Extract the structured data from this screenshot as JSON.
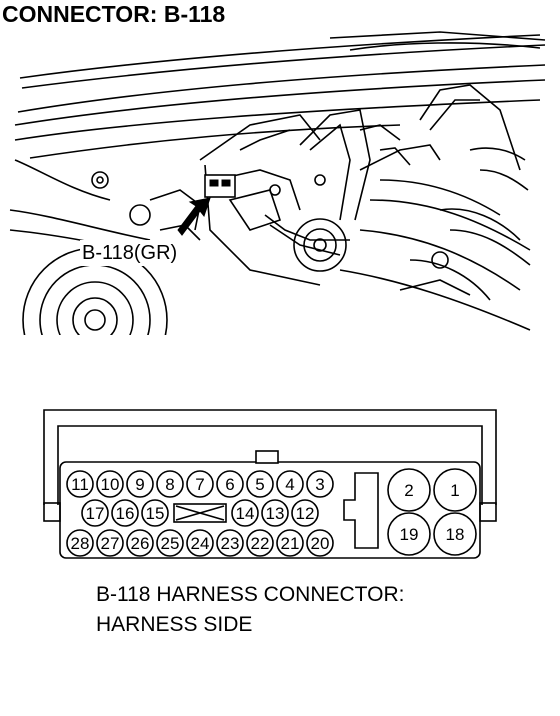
{
  "title": "CONNECTOR: B-118",
  "callout_label": "B-118(GR)",
  "caption": {
    "line1": "B-118 HARNESS CONNECTOR:",
    "line2": "HARNESS SIDE"
  },
  "connector": {
    "row1": [
      "11",
      "10",
      "9",
      "8",
      "7",
      "6",
      "5",
      "4",
      "3"
    ],
    "row2_left": [
      "17",
      "16",
      "15"
    ],
    "row2_right": [
      "14",
      "13",
      "12"
    ],
    "row3": [
      "28",
      "27",
      "26",
      "25",
      "24",
      "23",
      "22",
      "21",
      "20"
    ],
    "large_pins": [
      "2",
      "1",
      "19",
      "18"
    ]
  }
}
